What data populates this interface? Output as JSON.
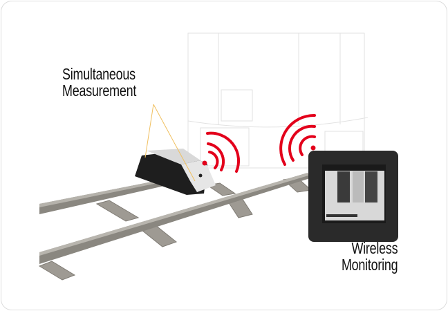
{
  "labels": {
    "measurement_line1": "Simultaneous",
    "measurement_line2": "Measurement",
    "monitoring_line1": "Wireless",
    "monitoring_line2": "Monitoring"
  },
  "colors": {
    "signal": "#e3001b",
    "callout_line": "#f0c060",
    "rail": "#8a8780",
    "tablet": "#2a2a2a"
  }
}
